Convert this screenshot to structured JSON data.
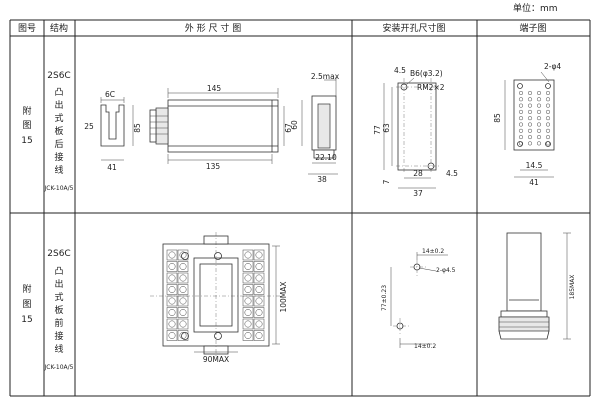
{
  "unit": "单位：mm",
  "headers": {
    "fig_no": "图号",
    "structure": "结构",
    "outline": "外 形 尺 寸 图",
    "mount": "安装开孔尺寸图",
    "terminal": "端子图"
  },
  "rows": [
    {
      "fig_no": [
        "附",
        "图",
        "15"
      ],
      "structure_code": "2S6C",
      "structure_text": [
        "凸",
        "出",
        "式",
        "板",
        "后",
        "接",
        "线"
      ],
      "model": "JCK-10A/5",
      "outline": {
        "d1": "6C",
        "d2": "25",
        "d3": "85",
        "d4": "41",
        "d5": "145",
        "d6": "135",
        "d7": "67",
        "d8": "2.5max",
        "d9": "60",
        "d10": "22.10",
        "d11": "38"
      },
      "mount": {
        "d1": "4.5",
        "d2": "B6(φ3.2)",
        "d3": "RM2×2",
        "d4": "77",
        "d5": "63",
        "d6": "28",
        "d7": "4.5",
        "d8": "37",
        "d9": "7"
      },
      "terminal": {
        "d1": "2-φ4",
        "d2": "85",
        "d3": "14.5",
        "d4": "41"
      }
    },
    {
      "fig_no": [
        "附",
        "图",
        "15"
      ],
      "structure_code": "2S6C",
      "structure_text": [
        "凸",
        "出",
        "式",
        "板",
        "前",
        "接",
        "线"
      ],
      "model": "JCK-10A/5",
      "outline": {
        "d1": "100MAX",
        "d2": "90MAX"
      },
      "mount": {
        "d1": "14±0.2",
        "d2": "2-φ4.5",
        "d3": "77±0.23",
        "d4": "14±0.2"
      },
      "terminal": {
        "d1": "185MAX"
      }
    }
  ]
}
